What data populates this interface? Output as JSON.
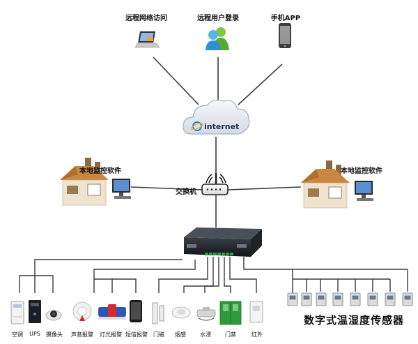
{
  "top_nodes": {
    "remote_web": "远程网络访问",
    "remote_login": "远程用户登录",
    "mobile_app": "手机APP"
  },
  "cloud_label": "internet",
  "switch_label": "交换机",
  "local_left": "本地监控软件",
  "local_right": "本地监控软件",
  "devices": {
    "aircon": "空调",
    "ups": "UPS",
    "camera": "摄像头",
    "sound_alarm": "声音报警",
    "light_alarm": "灯光报警",
    "sms_alarm": "短信报警",
    "door_magnet": "门磁",
    "smoke": "烟感",
    "water": "水浸",
    "access": "门禁",
    "infrared": "红外"
  },
  "sensor_group_label": "数字式温湿度传感器",
  "colors": {
    "line": "#3a3a3a",
    "cloud": "#e8edf2",
    "cloud_stroke": "#9fb0c0",
    "internet_text": "#1a2c5a",
    "green_term": "#2e9a3c",
    "house_roof": "#c9873f",
    "house_wall": "#efe3cf"
  }
}
